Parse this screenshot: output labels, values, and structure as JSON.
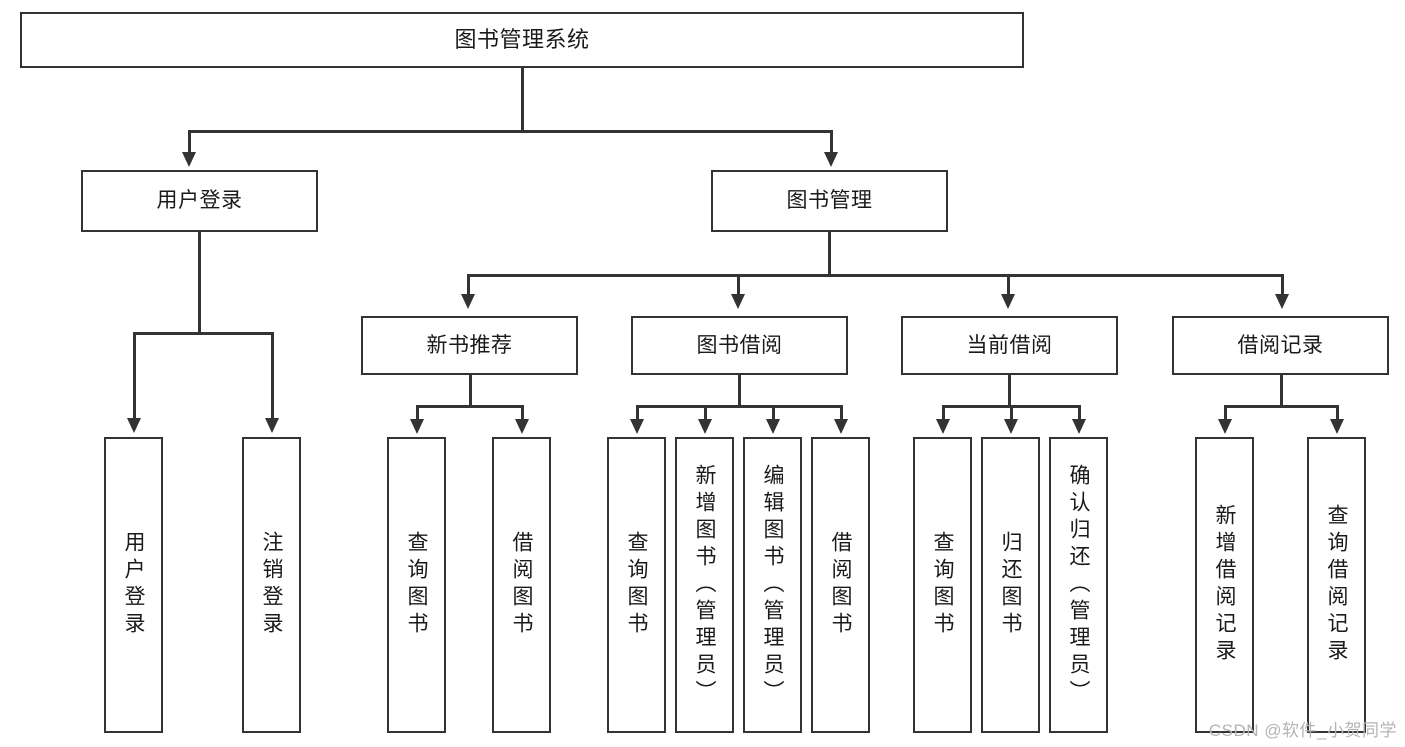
{
  "diagram": {
    "title": "图书管理系统",
    "type": "functional-structure-tree",
    "root": {
      "label": "图书管理系统"
    },
    "level2": [
      {
        "label": "用户登录"
      },
      {
        "label": "图书管理"
      }
    ],
    "level3": [
      {
        "label": "新书推荐"
      },
      {
        "label": "图书借阅"
      },
      {
        "label": "当前借阅"
      },
      {
        "label": "借阅记录"
      }
    ],
    "leaves": {
      "user_login": [
        {
          "label": "用户登录"
        },
        {
          "label": "注销登录"
        }
      ],
      "new_book_recommend": [
        {
          "label": "查询图书"
        },
        {
          "label": "借阅图书"
        }
      ],
      "book_borrow": [
        {
          "label": "查询图书"
        },
        {
          "label": "新增图书（管理员）"
        },
        {
          "label": "编辑图书（管理员）"
        },
        {
          "label": "借阅图书"
        }
      ],
      "current_borrow": [
        {
          "label": "查询图书"
        },
        {
          "label": "归还图书"
        },
        {
          "label": "确认归还（管理员）"
        }
      ],
      "borrow_record": [
        {
          "label": "新增借阅记录"
        },
        {
          "label": "查询借阅记录"
        }
      ]
    }
  },
  "watermark": {
    "text": "CSDN @软件_小贺同学"
  },
  "colors": {
    "stroke": "#333333",
    "background": "#ffffff",
    "text": "#1a1a1a",
    "watermark": "#b4b4b4"
  }
}
